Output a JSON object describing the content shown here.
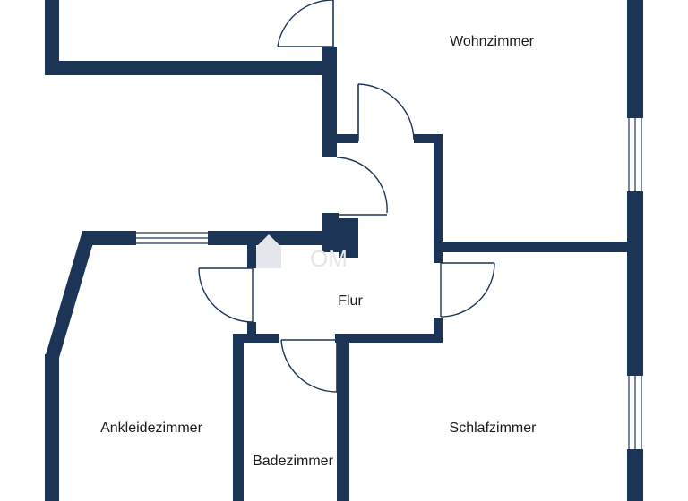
{
  "colors": {
    "wall": "#1c3557",
    "background": "#ffffff",
    "label": "#1a1a1a",
    "watermark": "#e3e6ea"
  },
  "rooms": {
    "wohnzimmer": "Wohnzimmer",
    "flur": "Flur",
    "ankleidezimmer": "Ankleidezimmer",
    "schlafzimmer": "Schlafzimmer",
    "badezimmer": "Badezimmer"
  },
  "watermark": {
    "text": "OM"
  }
}
